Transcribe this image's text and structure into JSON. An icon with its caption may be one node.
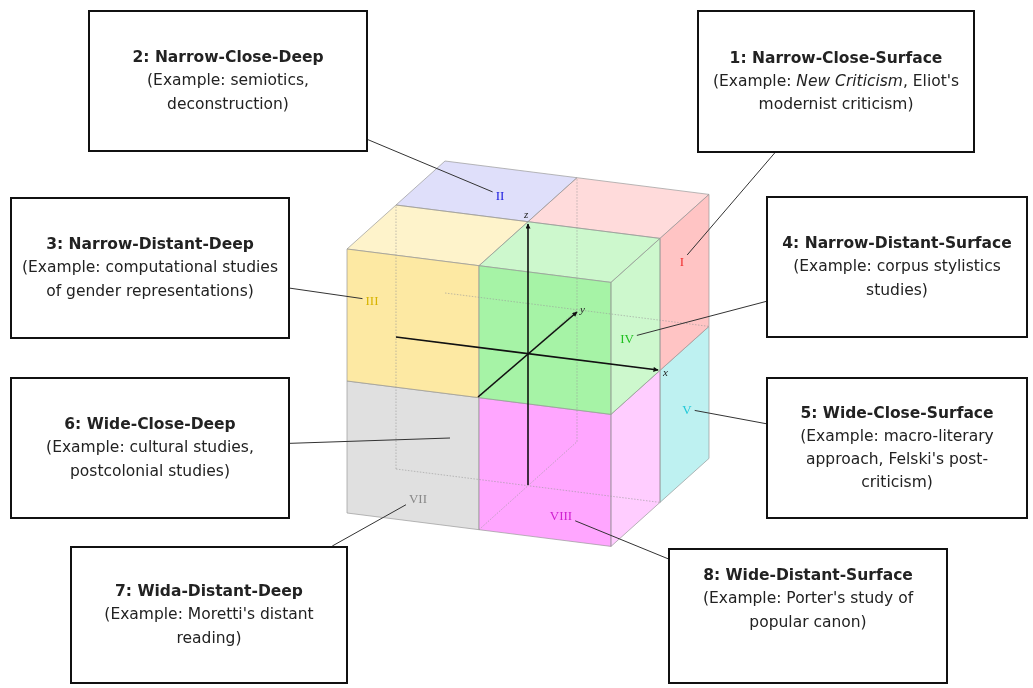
{
  "diagram": {
    "nodes": [
      {
        "text": [
          "2: Narrow-Close-Deep",
          "(Example: semiotics, deconstruction)"
        ]
      },
      {
        "text": [
          "1: Narrow-Close-Surface",
          "(Example: *New Criticism*, Eliot's modernist criticism)"
        ]
      },
      {
        "text": [
          "3: Narrow-Distant-Deep",
          "(Example: computational studies of gender representations)"
        ]
      },
      {
        "text": [
          "4: Narrow-Distant-Surface",
          "(Example: corpus stylistics studies)"
        ]
      },
      {
        "text": [
          "6: Wide-Close-Deep",
          "(Example: cultural studies, postcolonial studies)"
        ]
      },
      {
        "text": [
          "5: Wide-Close-Surface",
          "(Example: macro-literary approach, Felski's post-criticism)"
        ]
      },
      {
        "text": [
          "7: Wida-Distant-Deep",
          "(Example: Moretti's distant reading)"
        ]
      },
      {
        "text": [
          "8: Wide-Distant-Surface",
          "(Example: Porter's study of popular canon)"
        ]
      },
      {
        "text": [
          "II"
        ]
      },
      {
        "text": [
          "I"
        ]
      },
      {
        "text": [
          "III"
        ]
      },
      {
        "text": [
          "IV"
        ]
      },
      {
        "text": [
          "V"
        ]
      },
      {
        "text": [
          "VII"
        ]
      },
      {
        "text": [
          "VIII"
        ]
      }
    ],
    "edges": [
      {
        "from": 0,
        "to": 8,
        "arrow": "none"
      },
      {
        "from": 1,
        "to": 9,
        "arrow": "none"
      },
      {
        "from": 2,
        "to": 10,
        "arrow": "none"
      },
      {
        "from": 3,
        "to": 11,
        "arrow": "none"
      },
      {
        "from": 4,
        "to": null,
        "arrow": "none"
      },
      {
        "from": 5,
        "to": 12,
        "arrow": "none"
      },
      {
        "from": 6,
        "to": 13,
        "arrow": "none"
      },
      {
        "from": 7,
        "to": 14,
        "arrow": "none"
      }
    ],
    "labels": [
      "z",
      "y",
      "x"
    ]
  }
}
